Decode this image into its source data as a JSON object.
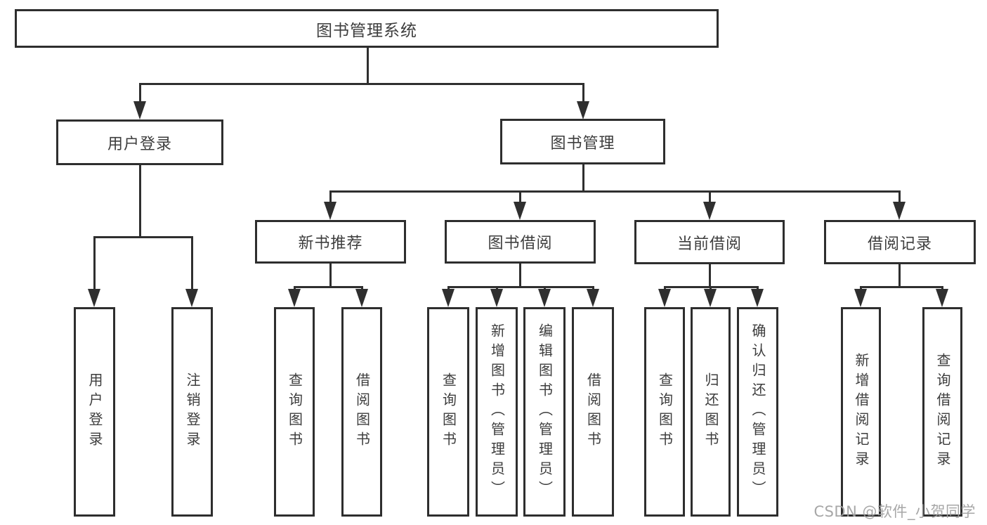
{
  "diagram": {
    "nodes": {
      "root": {
        "label": "图书管理系统"
      },
      "level2": [
        {
          "label": "用户登录"
        },
        {
          "label": "图书管理"
        }
      ],
      "level3": [
        {
          "label": "新书推荐",
          "parent": "图书管理"
        },
        {
          "label": "图书借阅",
          "parent": "图书管理"
        },
        {
          "label": "当前借阅",
          "parent": "图书管理"
        },
        {
          "label": "借阅记录",
          "parent": "图书管理"
        }
      ],
      "leaves": [
        {
          "label": "用户登录",
          "parent": "用户登录"
        },
        {
          "label": "注销登录",
          "parent": "用户登录"
        },
        {
          "label": "查询图书",
          "parent": "新书推荐"
        },
        {
          "label": "借阅图书",
          "parent": "新书推荐"
        },
        {
          "label": "查询图书",
          "parent": "图书借阅"
        },
        {
          "label": "新增图书（管理员）",
          "parent": "图书借阅"
        },
        {
          "label": "编辑图书（管理员）",
          "parent": "图书借阅"
        },
        {
          "label": "借阅图书",
          "parent": "图书借阅"
        },
        {
          "label": "查询图书",
          "parent": "当前借阅"
        },
        {
          "label": "归还图书",
          "parent": "当前借阅"
        },
        {
          "label": "确认归还（管理员）",
          "parent": "当前借阅"
        },
        {
          "label": "新增借阅记录",
          "parent": "借阅记录"
        },
        {
          "label": "查询借阅记录",
          "parent": "借阅记录"
        }
      ]
    },
    "watermark": "CSDN @软件_小贺同学",
    "colors": {
      "line": "#2f2f2f",
      "text": "#3d3d3d",
      "watermark": "#a0a0a0",
      "background": "#ffffff"
    }
  }
}
